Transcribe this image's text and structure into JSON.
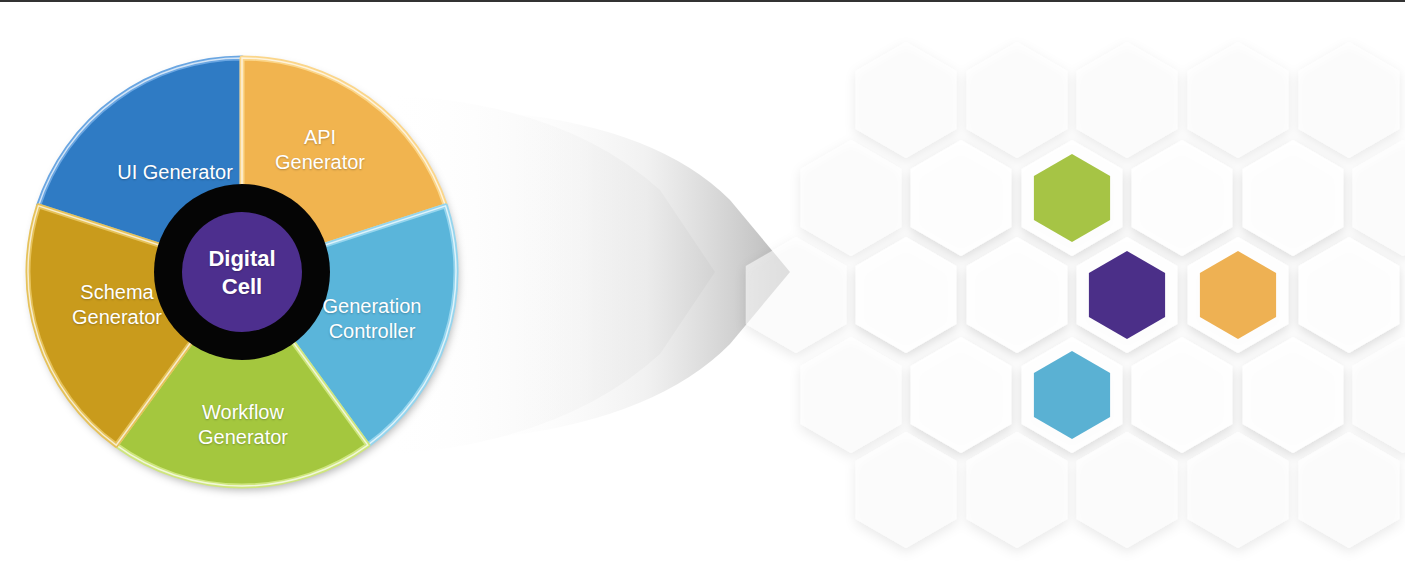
{
  "diagram": {
    "nodes": [
      {
        "text": [
          "UI Generator"
        ]
      },
      {
        "text": [
          "API Generator"
        ]
      },
      {
        "text": [
          "Generation Controller"
        ]
      },
      {
        "text": [
          "Workflow Generator"
        ]
      },
      {
        "text": [
          "Schema Generator"
        ]
      },
      {
        "text": [
          "Digital Cell"
        ]
      }
    ]
  }
}
